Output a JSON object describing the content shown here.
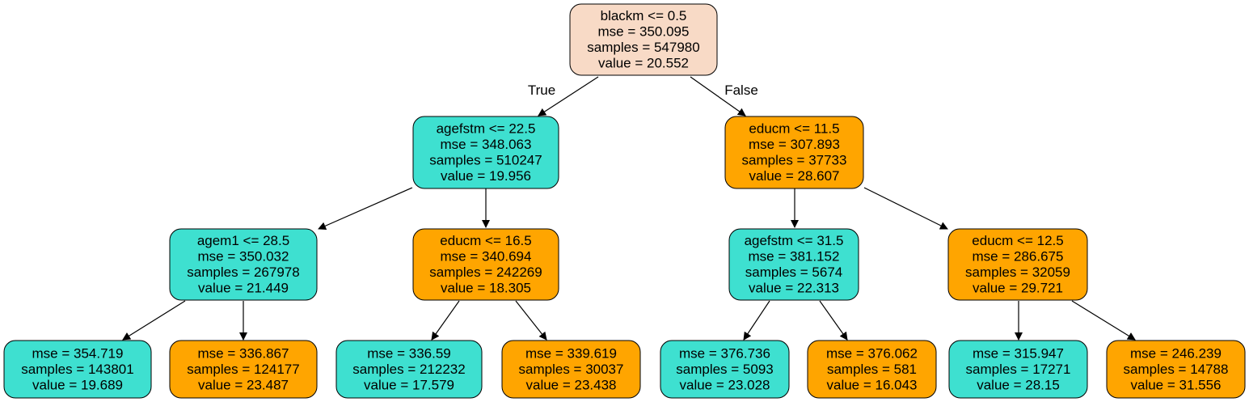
{
  "colors": {
    "root": "#f8dac6",
    "teal": "#3ee0d0",
    "orange": "#ffa500",
    "stroke": "#000000"
  },
  "edge_labels": {
    "true": "True",
    "false": "False"
  },
  "nodes": [
    {
      "id": "n0",
      "color": "root",
      "lines": [
        "blackm <= 0.5",
        "mse = 350.095",
        "samples = 547980",
        "value = 20.552"
      ]
    },
    {
      "id": "n1",
      "color": "teal",
      "lines": [
        "agefstm <= 22.5",
        "mse = 348.063",
        "samples = 510247",
        "value = 19.956"
      ]
    },
    {
      "id": "n2",
      "color": "orange",
      "lines": [
        "educm <= 11.5",
        "mse = 307.893",
        "samples = 37733",
        "value = 28.607"
      ]
    },
    {
      "id": "n3",
      "color": "teal",
      "lines": [
        "agem1 <= 28.5",
        "mse = 350.032",
        "samples = 267978",
        "value = 21.449"
      ]
    },
    {
      "id": "n4",
      "color": "orange",
      "lines": [
        "educm <= 16.5",
        "mse = 340.694",
        "samples = 242269",
        "value = 18.305"
      ]
    },
    {
      "id": "n5",
      "color": "teal",
      "lines": [
        "agefstm <= 31.5",
        "mse = 381.152",
        "samples = 5674",
        "value = 22.313"
      ]
    },
    {
      "id": "n6",
      "color": "orange",
      "lines": [
        "educm <= 12.5",
        "mse = 286.675",
        "samples = 32059",
        "value = 29.721"
      ]
    },
    {
      "id": "n7",
      "color": "teal",
      "lines": [
        "mse = 354.719",
        "samples = 143801",
        "value = 19.689"
      ]
    },
    {
      "id": "n8",
      "color": "orange",
      "lines": [
        "mse = 336.867",
        "samples = 124177",
        "value = 23.487"
      ]
    },
    {
      "id": "n9",
      "color": "teal",
      "lines": [
        "mse = 336.59",
        "samples = 212232",
        "value = 17.579"
      ]
    },
    {
      "id": "n10",
      "color": "orange",
      "lines": [
        "mse = 339.619",
        "samples = 30037",
        "value = 23.438"
      ]
    },
    {
      "id": "n11",
      "color": "teal",
      "lines": [
        "mse = 376.736",
        "samples = 5093",
        "value = 23.028"
      ]
    },
    {
      "id": "n12",
      "color": "orange",
      "lines": [
        "mse = 376.062",
        "samples = 581",
        "value = 16.043"
      ]
    },
    {
      "id": "n13",
      "color": "teal",
      "lines": [
        "mse = 315.947",
        "samples = 17271",
        "value = 28.15"
      ]
    },
    {
      "id": "n14",
      "color": "orange",
      "lines": [
        "mse = 246.239",
        "samples = 14788",
        "value = 31.556"
      ]
    }
  ],
  "edges": [
    {
      "from": "n0",
      "to": "n1",
      "label": "true"
    },
    {
      "from": "n0",
      "to": "n2",
      "label": "false"
    },
    {
      "from": "n1",
      "to": "n3"
    },
    {
      "from": "n1",
      "to": "n4"
    },
    {
      "from": "n2",
      "to": "n5"
    },
    {
      "from": "n2",
      "to": "n6"
    },
    {
      "from": "n3",
      "to": "n7"
    },
    {
      "from": "n3",
      "to": "n8"
    },
    {
      "from": "n4",
      "to": "n9"
    },
    {
      "from": "n4",
      "to": "n10"
    },
    {
      "from": "n5",
      "to": "n11"
    },
    {
      "from": "n5",
      "to": "n12"
    },
    {
      "from": "n6",
      "to": "n13"
    },
    {
      "from": "n6",
      "to": "n14"
    }
  ]
}
